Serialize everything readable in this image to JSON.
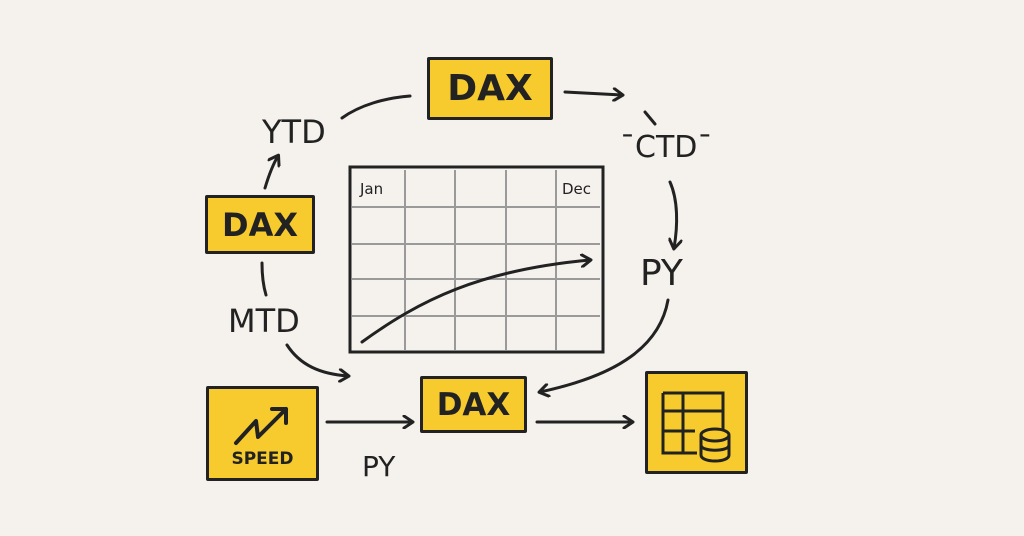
{
  "nodes": {
    "dax_top": "DAX",
    "dax_left": "DAX",
    "dax_center": "DAX",
    "ytd": "YTD",
    "ctd": "¯CTD¯",
    "py_right": "PY",
    "mtd": "MTD",
    "py_bottom": "PY",
    "speed": "SPEED"
  },
  "chart": {
    "start_label": "Jan",
    "end_label": "Dec"
  },
  "colors": {
    "background": "#f5f1ed",
    "box_fill": "#f7cb2d",
    "ink": "#222222",
    "grid": "#9a9a9a"
  }
}
